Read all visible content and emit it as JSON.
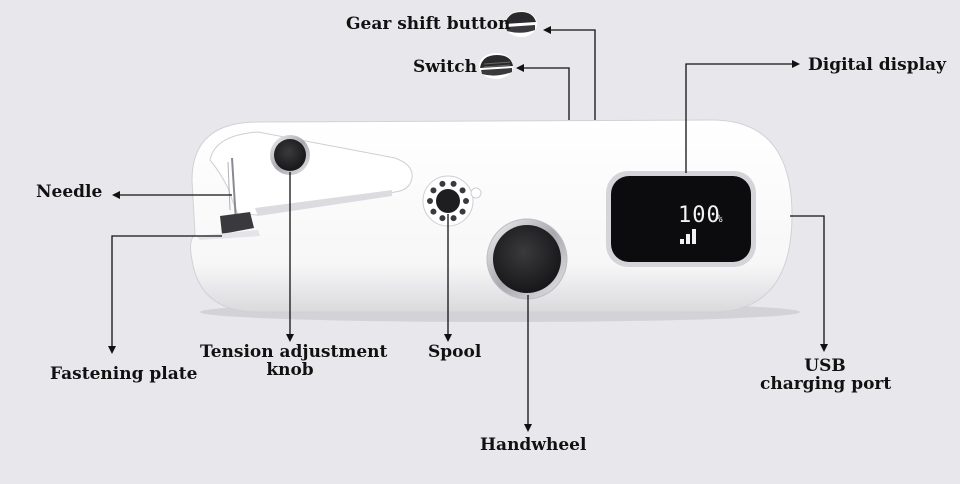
{
  "labels": {
    "gear_shift_button": "Gear shift button",
    "switch": "Switch",
    "digital_display": "Digital display",
    "needle": "Needle",
    "fastening_plate": "Fastening plate",
    "tension_knob_line1": "Tension adjustment",
    "tension_knob_line2": "knob",
    "spool": "Spool",
    "usb_line1": "USB",
    "usb_line2": "charging port",
    "handwheel": "Handwheel"
  },
  "display": {
    "percent_value": "100",
    "percent_unit": "%",
    "signal_bars": 3
  },
  "colors": {
    "background": "#e8e8ec",
    "device_body": "#ffffff",
    "screen": "#0c0c0e",
    "knob": "#1e1e20",
    "text": "#111111"
  }
}
